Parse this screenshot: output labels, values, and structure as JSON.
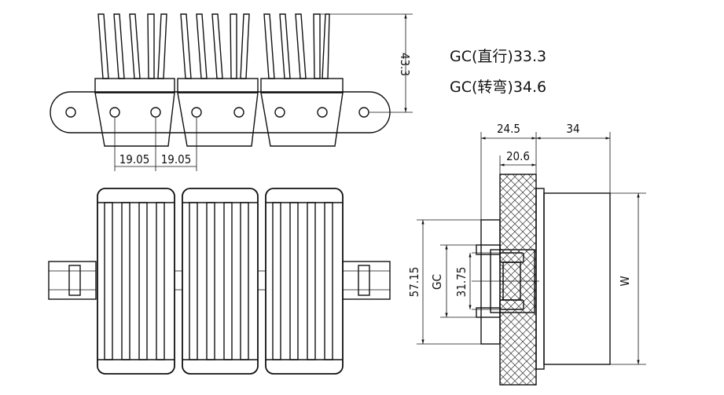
{
  "specs": {
    "gc_straight": "GC(直行)33.3",
    "gc_curve": "GC(转弯)34.6"
  },
  "dims": {
    "height_top": "43.3",
    "pitch_1": "19.05",
    "pitch_2": "19.05",
    "width_24_5": "24.5",
    "width_34": "34",
    "width_20_6": "20.6",
    "height_57_15": "57.15",
    "gc_label": "GC",
    "height_31_75": "31.75",
    "w_label": "W"
  }
}
